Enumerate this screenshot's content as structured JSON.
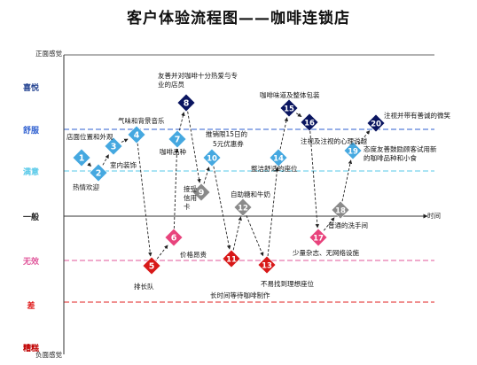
{
  "title": "客户体验流程图——咖啡连锁店",
  "axes": {
    "y_positive": "正面感觉",
    "y_negative": "负面感觉",
    "x": "时间"
  },
  "levels": [
    {
      "label": "喜悦",
      "color": "#1f3f8f"
    },
    {
      "label": "舒服",
      "color": "#2e5fd0"
    },
    {
      "label": "满意",
      "color": "#55c8e8"
    },
    {
      "label": "一般",
      "color": "#222222"
    },
    {
      "label": "无效",
      "color": "#e0559a"
    },
    {
      "label": "差",
      "color": "#e02020"
    },
    {
      "label": "糟糕",
      "color": "#c00000"
    }
  ],
  "colors": {
    "dark": "#0a1560",
    "light": "#45a8e0",
    "pink": "#e8437c",
    "red": "#d81818",
    "gray": "#8a8a8a"
  },
  "steps": [
    {
      "n": "1",
      "color": "light",
      "label": "店面位置和外观"
    },
    {
      "n": "2",
      "color": "light",
      "label": "热情欢迎"
    },
    {
      "n": "3",
      "color": "light",
      "label": "室内装饰"
    },
    {
      "n": "4",
      "color": "light",
      "label": "气味和背景音乐"
    },
    {
      "n": "5",
      "color": "red",
      "label": "排长队"
    },
    {
      "n": "6",
      "color": "pink",
      "label": "价格昂贵"
    },
    {
      "n": "7",
      "color": "light",
      "label": "咖啡品种"
    },
    {
      "n": "8",
      "color": "dark",
      "label": "友善并对咖啡十分热爱与专业的店员"
    },
    {
      "n": "9",
      "color": "gray",
      "label": "接受信用卡"
    },
    {
      "n": "10",
      "color": "light",
      "label": "5元优惠券"
    },
    {
      "n": "11",
      "color": "red",
      "label": "长时间等待咖啡制作"
    },
    {
      "n": "12",
      "color": "gray",
      "label": "自助糖和牛奶"
    },
    {
      "n": "13",
      "color": "red",
      "label": "不易找到理想座位"
    },
    {
      "n": "14",
      "color": "light",
      "label": "整洁舒适的座位"
    },
    {
      "n": "15",
      "color": "dark",
      "label": "咖啡味道及整体包装"
    },
    {
      "n": "16",
      "color": "dark",
      "label": "注视及注视的心理说越"
    },
    {
      "n": "17",
      "color": "pink",
      "label": "少量杂志、无网络设施"
    },
    {
      "n": "18",
      "color": "gray",
      "label": "普通的洗手间"
    },
    {
      "n": "19",
      "color": "light",
      "label": "态度友善鼓励顾客试用新的咖啡品种和小食"
    },
    {
      "n": "20",
      "color": "dark",
      "label": "注视并带有善诚的微笑"
    }
  ],
  "notes": {
    "n10": "推销限15日的"
  }
}
